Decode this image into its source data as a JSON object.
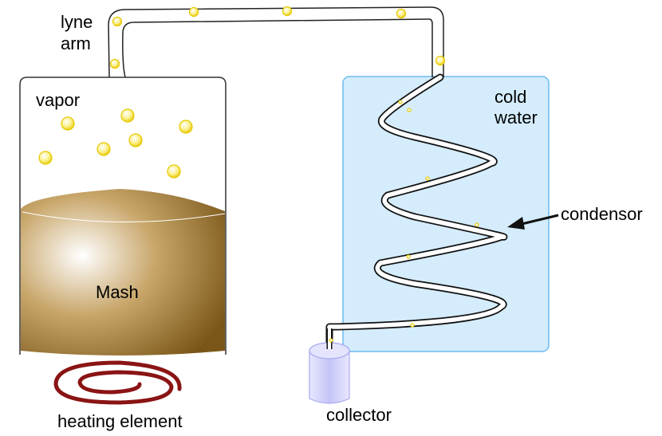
{
  "labels": {
    "lyne_arm_1": "lyne",
    "lyne_arm_2": "arm",
    "vapor": "vapor",
    "mash": "Mash",
    "cold_water_1": "cold",
    "cold_water_2": "water",
    "condensor": "condensor",
    "heating_element": "heating element",
    "collector": "collector"
  },
  "colors": {
    "water": "#d4ecfc",
    "water_border": "#6cbcf0",
    "mash": "#9a7430",
    "heating_coil": "#8a1414",
    "vapor_bubble": "#f2dc20"
  }
}
